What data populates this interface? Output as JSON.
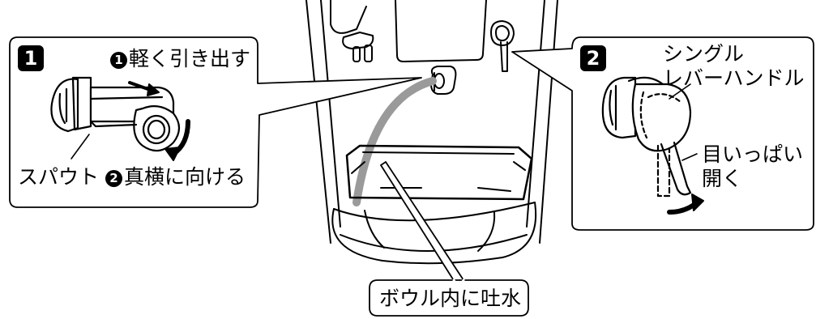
{
  "step1": {
    "badge": "1",
    "substep1_num": "1",
    "substep1_text": "軽く引き出す",
    "substep2_num": "2",
    "substep2_text": "真横に向ける",
    "part_label": "スパウト"
  },
  "step2": {
    "badge": "2",
    "handle_label_line1": "シングル",
    "handle_label_line2": "レバーハンドル",
    "action_line1": "目いっぱい",
    "action_line2": "開く"
  },
  "bowl_label": "ボウル内に吐水",
  "colors": {
    "line": "#000000",
    "water": "#9a9a9a",
    "background": "#ffffff"
  }
}
